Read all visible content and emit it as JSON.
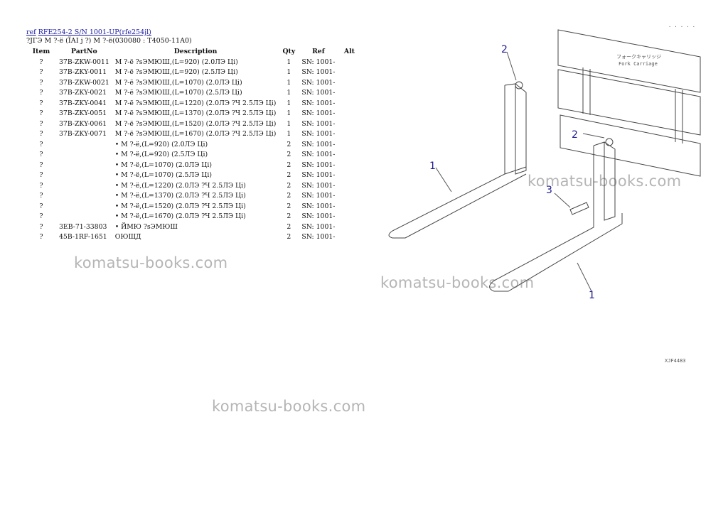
{
  "header": {
    "ref_link": "ref",
    "model_link": "RFE254-2 S/N 1001-UP(rfe254jl)",
    "subtitle": "?ЈГЭ М ?-ё (ЇАІ ј ?) М ?-ё(030080 : T4050-11A0)"
  },
  "table": {
    "columns": [
      "Item",
      "PartNo",
      "Description",
      "Qty",
      "Ref",
      "Alt"
    ],
    "rows": [
      {
        "item": "?",
        "part": "37B-ZKW-0011",
        "desc": "М ?-ё ?sЭМЮШ,(L=920) (2.0ЛЭ Ці)",
        "qty": "1",
        "ref": "SN: 1001-",
        "alt": ""
      },
      {
        "item": "?",
        "part": "37B-ZKY-0011",
        "desc": "М ?-ё ?sЭМЮШ,(L=920) (2.5ЛЭ Ці)",
        "qty": "1",
        "ref": "SN: 1001-",
        "alt": ""
      },
      {
        "item": "?",
        "part": "37B-ZKW-0021",
        "desc": "М ?-ё ?sЭМЮШ,(L=1070) (2.0ЛЭ Ці)",
        "qty": "1",
        "ref": "SN: 1001-",
        "alt": ""
      },
      {
        "item": "?",
        "part": "37B-ZKY-0021",
        "desc": "М ?-ё ?sЭМЮШ,(L=1070) (2.5ЛЭ Ці)",
        "qty": "1",
        "ref": "SN: 1001-",
        "alt": ""
      },
      {
        "item": "?",
        "part": "37B-ZKY-0041",
        "desc": "М ?-ё ?sЭМЮШ,(L=1220) (2.0ЛЭ ?Ч 2.5ЛЭ Ці)",
        "qty": "1",
        "ref": "SN: 1001-",
        "alt": ""
      },
      {
        "item": "?",
        "part": "37B-ZKY-0051",
        "desc": "М ?-ё ?sЭМЮШ,(L=1370) (2.0ЛЭ ?Ч 2.5ЛЭ Ці)",
        "qty": "1",
        "ref": "SN: 1001-",
        "alt": ""
      },
      {
        "item": "?",
        "part": "37B-ZKY-0061",
        "desc": "М ?-ё ?sЭМЮШ,(L=1520) (2.0ЛЭ ?Ч 2.5ЛЭ Ці)",
        "qty": "1",
        "ref": "SN: 1001-",
        "alt": ""
      },
      {
        "item": "?",
        "part": "37B-ZKY-0071",
        "desc": "М ?-ё ?sЭМЮШ,(L=1670) (2.0ЛЭ ?Ч 2.5ЛЭ Ці)",
        "qty": "1",
        "ref": "SN: 1001-",
        "alt": ""
      },
      {
        "item": "?",
        "part": "",
        "desc": "• М ?-ё,(L=920) (2.0ЛЭ Ці)",
        "qty": "2",
        "ref": "SN: 1001-",
        "alt": ""
      },
      {
        "item": "?",
        "part": "",
        "desc": "• М ?-ё,(L=920) (2.5ЛЭ Ці)",
        "qty": "2",
        "ref": "SN: 1001-",
        "alt": ""
      },
      {
        "item": "?",
        "part": "",
        "desc": "• М ?-ё,(L=1070) (2.0ЛЭ Ці)",
        "qty": "2",
        "ref": "SN: 1001-",
        "alt": ""
      },
      {
        "item": "?",
        "part": "",
        "desc": "• М ?-ё,(L=1070) (2.5ЛЭ Ці)",
        "qty": "2",
        "ref": "SN: 1001-",
        "alt": ""
      },
      {
        "item": "?",
        "part": "",
        "desc": "• М ?-ё,(L=1220) (2.0ЛЭ ?Ч 2.5ЛЭ Ці)",
        "qty": "2",
        "ref": "SN: 1001-",
        "alt": ""
      },
      {
        "item": "?",
        "part": "",
        "desc": "• М ?-ё,(L=1370) (2.0ЛЭ ?Ч 2.5ЛЭ Ці)",
        "qty": "2",
        "ref": "SN: 1001-",
        "alt": ""
      },
      {
        "item": "?",
        "part": "",
        "desc": "• М ?-ё,(L=1520) (2.0ЛЭ ?Ч 2.5ЛЭ Ці)",
        "qty": "2",
        "ref": "SN: 1001-",
        "alt": ""
      },
      {
        "item": "?",
        "part": "",
        "desc": "• М ?-ё,(L=1670) (2.0ЛЭ ?Ч 2.5ЛЭ Ці)",
        "qty": "2",
        "ref": "SN: 1001-",
        "alt": ""
      },
      {
        "item": "?",
        "part": "3EB-71-33803",
        "desc": "• ЙМЮ ?sЭМЮШ",
        "qty": "2",
        "ref": "SN: 1001-",
        "alt": ""
      },
      {
        "item": "?",
        "part": "45B-1RF-1651",
        "desc": "ОЮЩД",
        "qty": "2",
        "ref": "SN: 1001-",
        "alt": ""
      }
    ]
  },
  "watermarks": [
    "komatsu-books.com",
    "komatsu-books.com",
    "komatsu-books.com",
    "komatsu-books.com"
  ],
  "drawing": {
    "callouts": [
      "2",
      "2",
      "3",
      "1",
      "1"
    ],
    "carriage_label_1": "フォークキャリッジ",
    "carriage_label_2": "Fork Carriage",
    "figure_code": "XJF4483",
    "corner_code": "· · · · ·"
  }
}
